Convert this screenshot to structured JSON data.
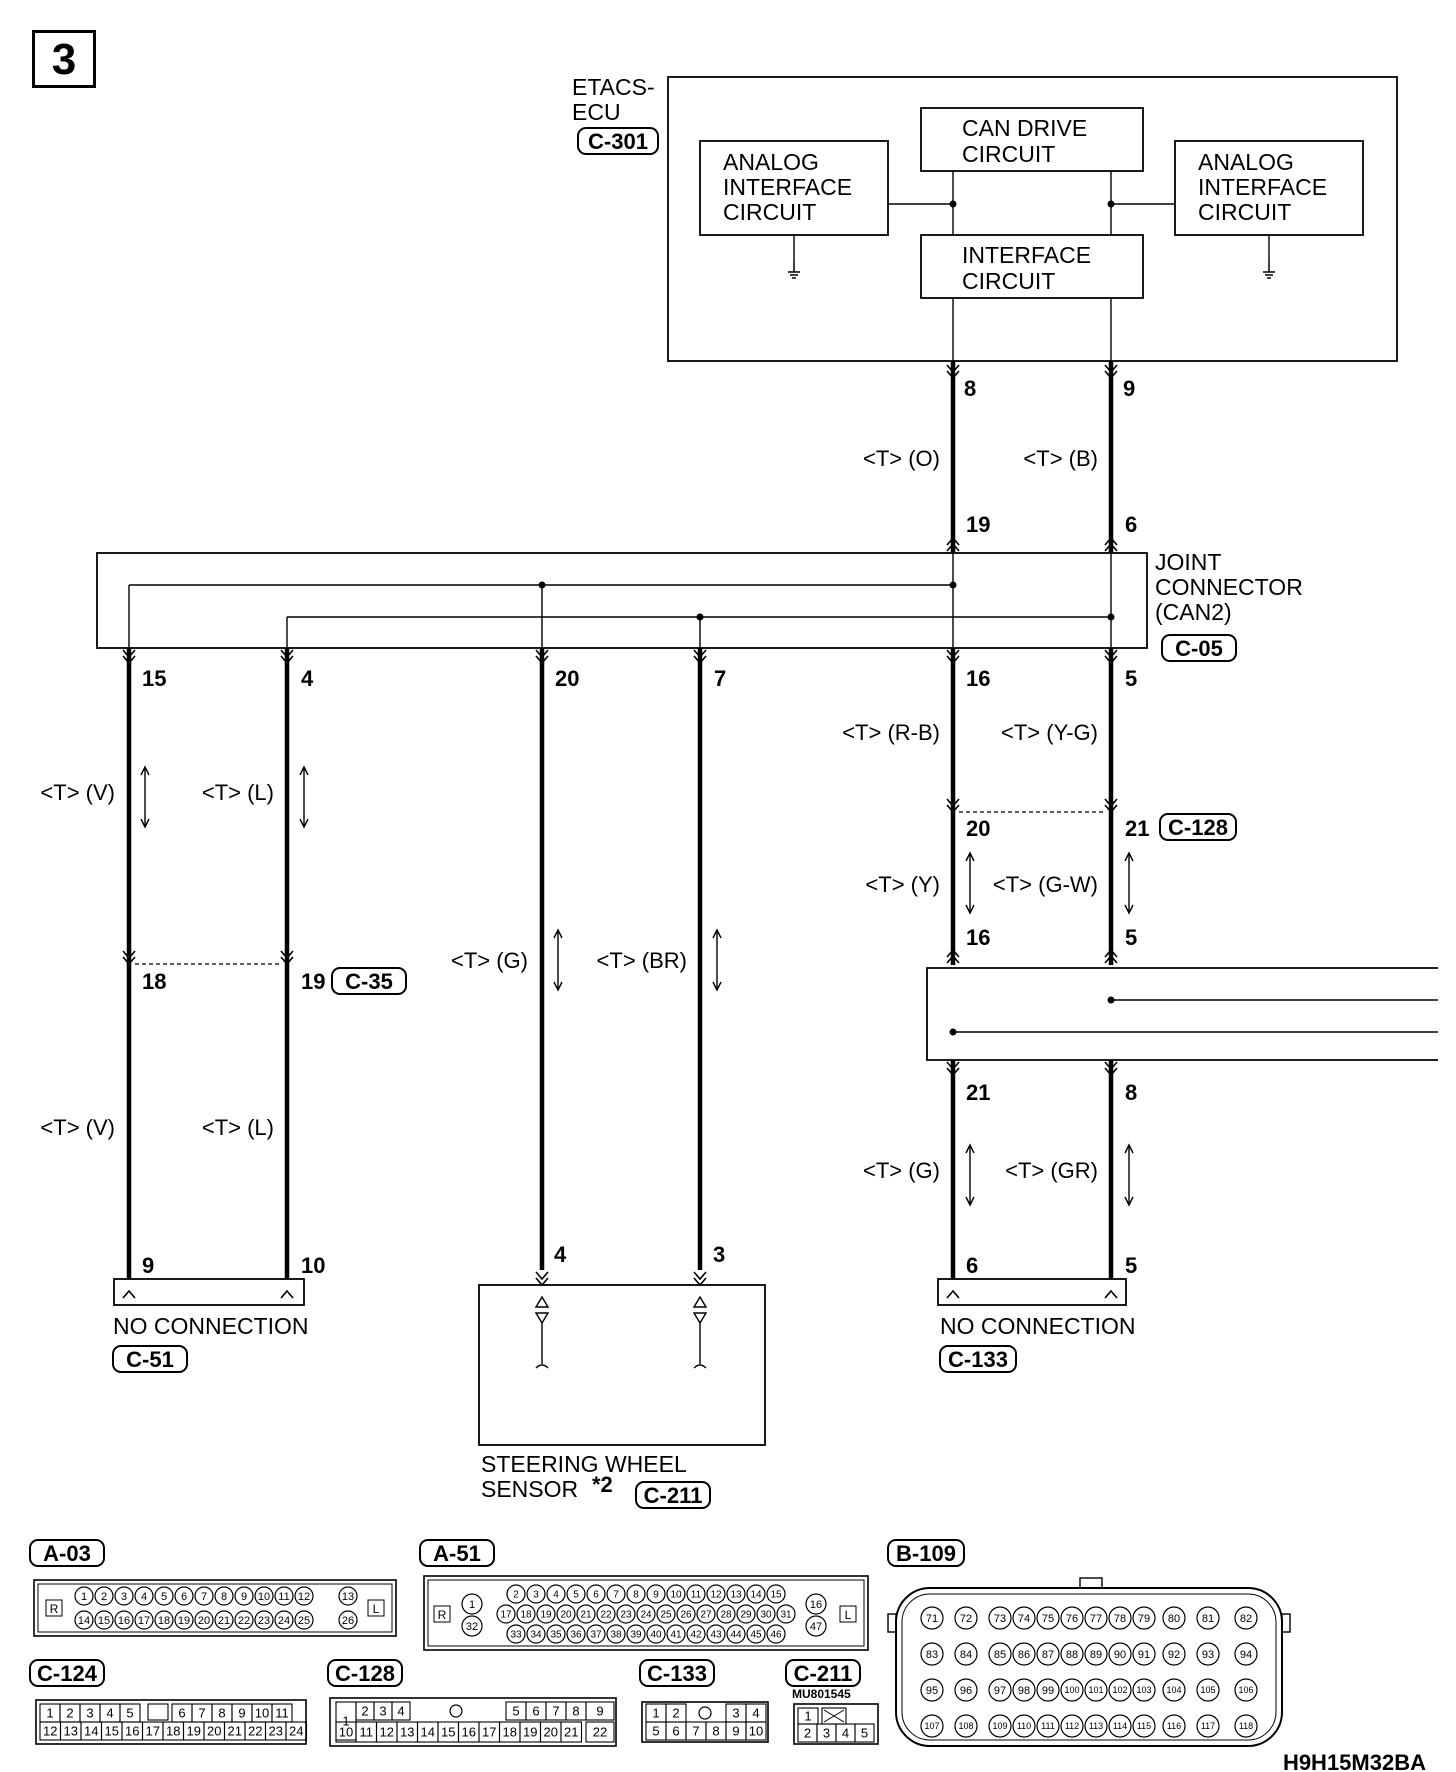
{
  "page_number": "3",
  "figure_code": "H9H15M32BA",
  "ecu": {
    "name_line1": "ETACS-",
    "name_line2": "ECU",
    "connector": "C-301",
    "blocks": {
      "can_drive_l1": "CAN DRIVE",
      "can_drive_l2": "CIRCUIT",
      "interface_l1": "INTERFACE",
      "interface_l2": "CIRCUIT",
      "analog_left_l1": "ANALOG",
      "analog_left_l2": "INTERFACE",
      "analog_left_l3": "CIRCUIT",
      "analog_right_l1": "ANALOG",
      "analog_right_l2": "INTERFACE",
      "analog_right_l3": "CIRCUIT"
    }
  },
  "joint_connector": {
    "line1": "JOINT",
    "line2": "CONNECTOR",
    "line3": "(CAN2)",
    "connector": "C-05"
  },
  "pins": {
    "ecu_8": "8",
    "ecu_9": "9",
    "jc_19": "19",
    "jc_6": "6",
    "jc_15": "15",
    "jc_4": "4",
    "jc_20": "20",
    "jc_7": "7",
    "jc_16": "16",
    "jc_5": "5",
    "c35_18": "18",
    "c35_19": "19",
    "c51_9": "9",
    "c51_10": "10",
    "sws_4": "4",
    "sws_3": "3",
    "c128_20": "20",
    "c128_21": "21",
    "mid_16": "16",
    "mid_5": "5",
    "mid_21": "21",
    "mid_8": "8",
    "c133_6": "6",
    "c133_5": "5"
  },
  "wires": {
    "ecu_left": "<T> (O)",
    "ecu_right": "<T> (B)",
    "c51_left_top": "<T> (V)",
    "c51_right_top": "<T> (L)",
    "c51_left_bot": "<T> (V)",
    "c51_right_bot": "<T> (L)",
    "sws_left": "<T> (G)",
    "sws_right": "<T> (BR)",
    "rb": "<T> (R-B)",
    "yg": "<T> (Y-G)",
    "y": "<T> (Y)",
    "gw": "<T> (G-W)",
    "g": "<T> (G)",
    "gr": "<T> (GR)"
  },
  "connectors": {
    "c35": "C-35",
    "c128": "C-128",
    "c51_label": "NO CONNECTION",
    "c51": "C-51",
    "c133_label": "NO CONNECTION",
    "c133": "C-133",
    "sws_line1": "STEERING WHEEL",
    "sws_line2": "SENSOR",
    "sws_mark": "*2",
    "sws": "C-211"
  },
  "views": {
    "a03": {
      "code": "A-03",
      "side_r": "R",
      "side_l": "L",
      "top": [
        "1",
        "2",
        "3",
        "4",
        "5",
        "6",
        "7",
        "8",
        "9",
        "10",
        "11",
        "12",
        "13"
      ],
      "bottom": [
        "14",
        "15",
        "16",
        "17",
        "18",
        "19",
        "20",
        "21",
        "22",
        "23",
        "24",
        "25",
        "26"
      ]
    },
    "a51": {
      "code": "A-51",
      "side_r": "R",
      "side_l": "L",
      "row1": [
        "2",
        "3",
        "4",
        "5",
        "6",
        "7",
        "8",
        "9",
        "10",
        "11",
        "12",
        "13",
        "14",
        "15"
      ],
      "row2": [
        "17",
        "18",
        "19",
        "20",
        "21",
        "22",
        "23",
        "24",
        "25",
        "26",
        "27",
        "28",
        "29",
        "30",
        "31"
      ],
      "row3": [
        "33",
        "34",
        "35",
        "36",
        "37",
        "38",
        "39",
        "40",
        "41",
        "42",
        "43",
        "44",
        "45",
        "46"
      ],
      "left": [
        "1",
        "32"
      ],
      "right": [
        "16",
        "47"
      ]
    },
    "b109": {
      "code": "B-109",
      "row1": [
        "71",
        "72",
        "73",
        "74",
        "75",
        "76",
        "77",
        "78",
        "79",
        "80",
        "81",
        "82"
      ],
      "row2": [
        "83",
        "84",
        "85",
        "86",
        "87",
        "88",
        "89",
        "90",
        "91",
        "92",
        "93",
        "94"
      ],
      "row3": [
        "95",
        "96",
        "97",
        "98",
        "99",
        "100",
        "101",
        "102",
        "103",
        "104",
        "105",
        "106"
      ],
      "row4": [
        "107",
        "108",
        "109",
        "110",
        "111",
        "112",
        "113",
        "114",
        "115",
        "116",
        "117",
        "118"
      ]
    },
    "c124": {
      "code": "C-124",
      "top": [
        "1",
        "2",
        "3",
        "4",
        "5",
        "",
        "6",
        "7",
        "8",
        "9",
        "10",
        "11"
      ],
      "bottom": [
        "12",
        "13",
        "14",
        "15",
        "16",
        "17",
        "18",
        "19",
        "20",
        "21",
        "22",
        "23",
        "24"
      ]
    },
    "c128": {
      "code": "C-128",
      "top_left": [
        "1",
        "2",
        "3",
        "4"
      ],
      "top_right": [
        "5",
        "6",
        "7",
        "8",
        "9"
      ],
      "bottom": [
        "10",
        "11",
        "12",
        "13",
        "14",
        "15",
        "16",
        "17",
        "18",
        "19",
        "20",
        "21",
        "22"
      ]
    },
    "c133": {
      "code": "C-133",
      "top": [
        "1",
        "2",
        "",
        "3",
        "4"
      ],
      "bottom": [
        "5",
        "6",
        "7",
        "8",
        "9",
        "10"
      ]
    },
    "c211": {
      "code": "C-211",
      "part": "MU801545",
      "top": [
        "1",
        ""
      ],
      "bottom": [
        "2",
        "3",
        "4",
        "5"
      ]
    }
  }
}
